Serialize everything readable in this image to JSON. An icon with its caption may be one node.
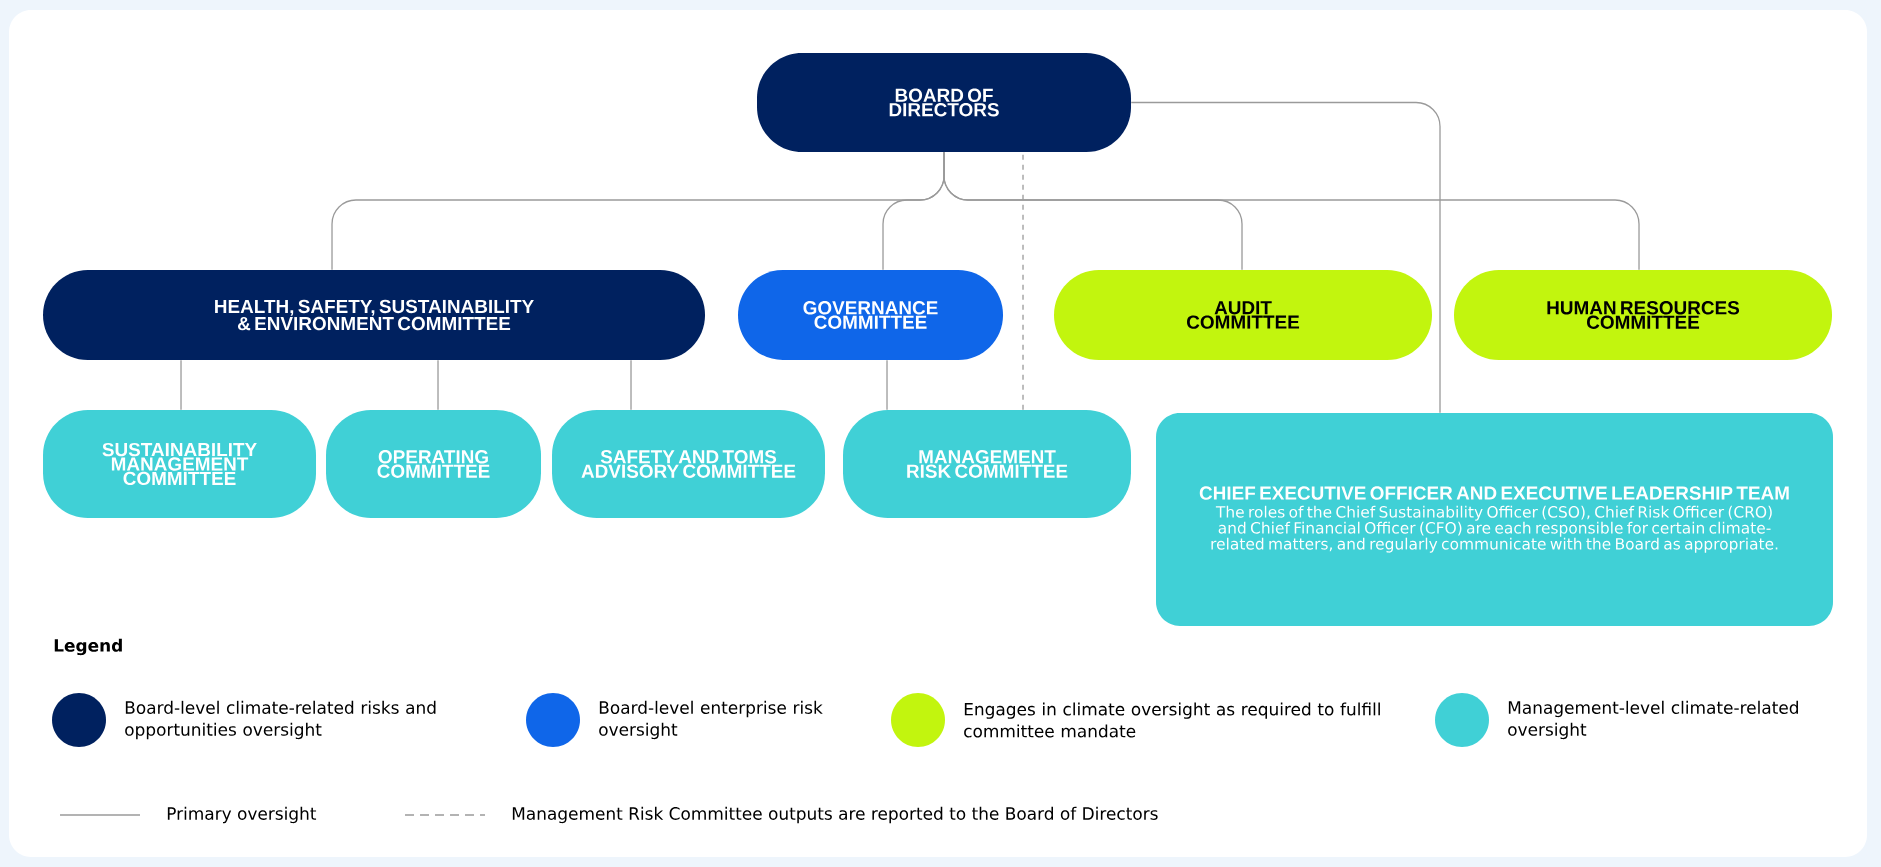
{
  "diagram": {
    "nodes": [
      {
        "text": [
          "BOARD OF DIRECTORS"
        ]
      },
      {
        "text": [
          "HEALTH, SAFETY, SUSTAINABILITY & ENVIRONMENT COMMITTEE"
        ]
      },
      {
        "text": [
          "GOVERNANCE COMMITTEE"
        ]
      },
      {
        "text": [
          "AUDIT COMMITTEE"
        ]
      },
      {
        "text": [
          "HUMAN RESOURCES COMMITTEE"
        ]
      },
      {
        "text": [
          "SUSTAINABILITY MANAGEMENT COMMITTEE"
        ]
      },
      {
        "text": [
          "OPERATING COMMITTEE"
        ]
      },
      {
        "text": [
          "SAFETY AND TOMS ADVISORY COMMITTEE"
        ]
      },
      {
        "text": [
          "MANAGEMENT RISK COMMITTEE"
        ]
      },
      {
        "text": [
          "CHIEF EXECUTIVE OFFICER AND EXECUTIVE LEADERSHIP TEAM",
          "The roles of the Chief Sustainability Officer (CSO), Chief Risk Officer (CRO) and Chief Financial Officer (CFO) are each responsible for certain climate-related matters, and regularly communicate with the Board as appropriate."
        ]
      }
    ],
    "edges": [
      {
        "from": 0,
        "to": 1,
        "arrow": "none"
      },
      {
        "from": 0,
        "to": 2,
        "arrow": "none"
      },
      {
        "from": 0,
        "to": 3,
        "arrow": "none"
      },
      {
        "from": 0,
        "to": 4,
        "arrow": "none"
      },
      {
        "from": 0,
        "to": 9,
        "arrow": "none"
      },
      {
        "from": 1,
        "to": 5,
        "arrow": "none"
      },
      {
        "from": 1,
        "to": 6,
        "arrow": "none"
      },
      {
        "from": 1,
        "to": 7,
        "arrow": "none"
      },
      {
        "from": 2,
        "to": 8,
        "arrow": "none"
      },
      {
        "from": 8,
        "to": 0,
        "arrow": "none",
        "style": "dashed"
      }
    ],
    "labels": [
      "Legend"
    ],
    "legend": [
      {
        "text": "Board-level climate-related risks and opportunities oversight",
        "color": "#00215f"
      },
      {
        "text": "Board-level enterprise risk oversight",
        "color": "#0f66e9"
      },
      {
        "text": "Engages in climate oversight as required to fulfill committee mandate",
        "color": "#c2f50e"
      },
      {
        "text": "Management-level climate-related oversight",
        "color": "#40d0d6"
      },
      {
        "text": "Primary oversight"
      },
      {
        "text": "Management Risk Committee outputs are reported to the Board of Directors"
      }
    ]
  }
}
